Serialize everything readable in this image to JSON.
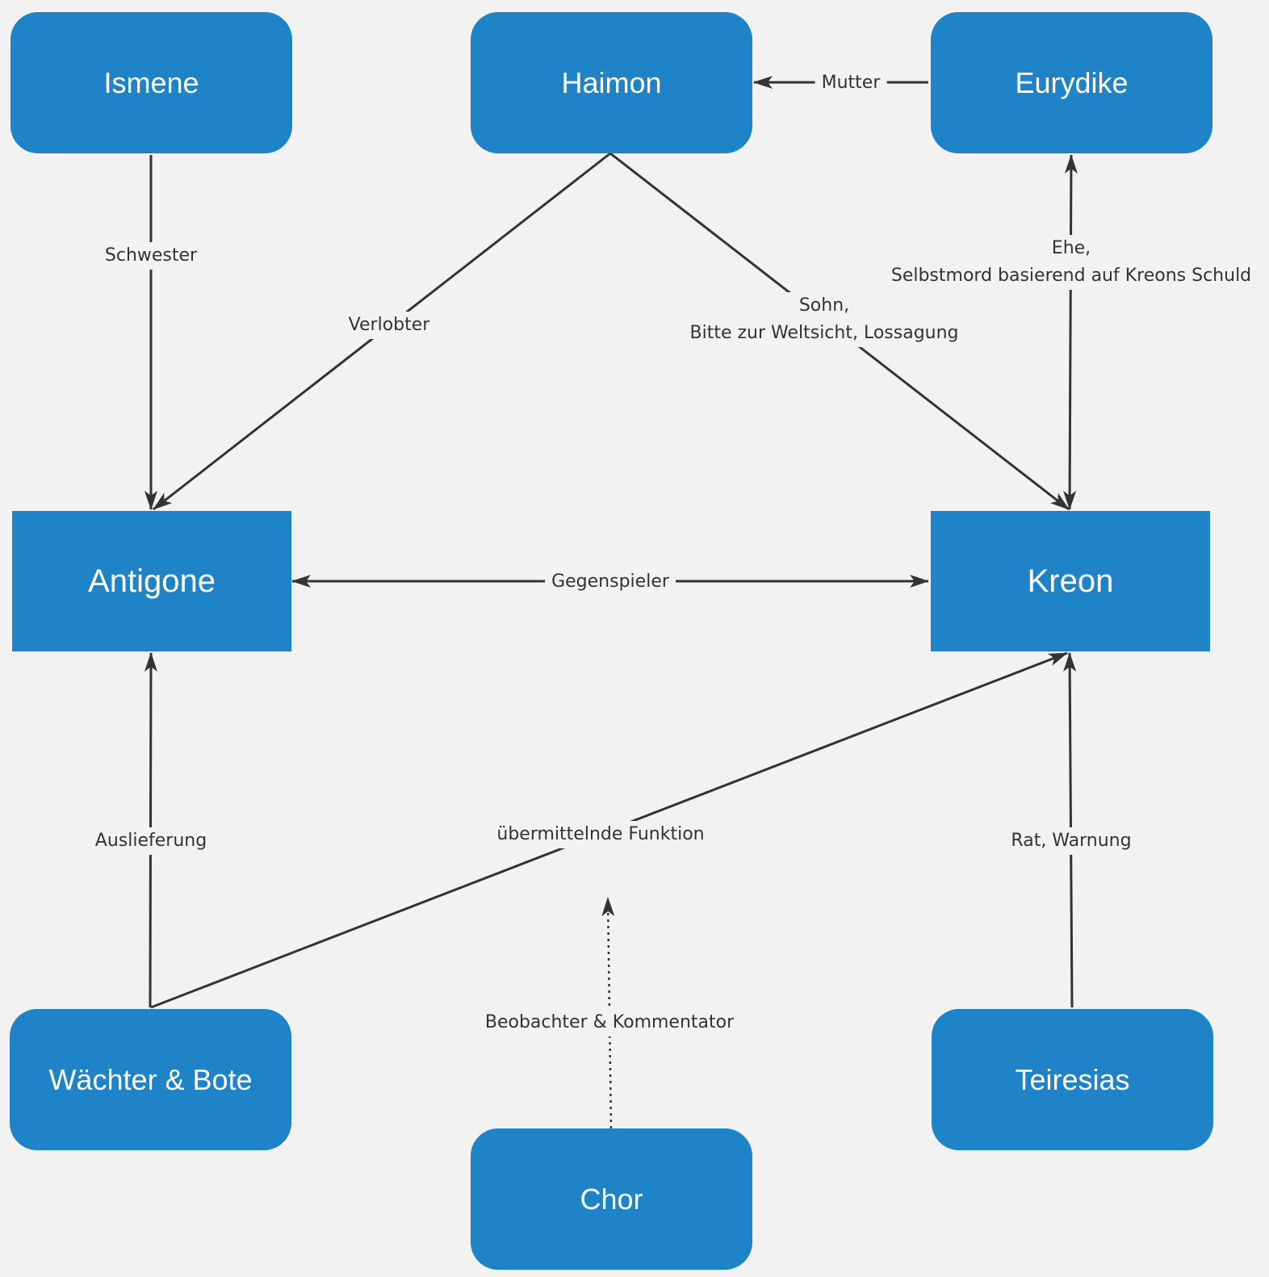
{
  "colors": {
    "node": "#1f83c8",
    "node_text": "#ffffff",
    "edge": "#333333",
    "background": "#f2f2f2"
  },
  "nodes": {
    "ismene": "Ismene",
    "haimon": "Haimon",
    "eurydike": "Eurydike",
    "antigone": "Antigone",
    "kreon": "Kreon",
    "waechter": "Wächter & Bote",
    "teiresias": "Teiresias",
    "chor": "Chor"
  },
  "edges": {
    "mutter": {
      "from": "Eurydike",
      "to": "Haimon",
      "label": "Mutter"
    },
    "schwester": {
      "from": "Ismene",
      "to": "Antigone",
      "label": "Schwester"
    },
    "verlobter": {
      "from": "Haimon",
      "to": "Antigone",
      "label": "Verlobter"
    },
    "sohn": {
      "from": "Haimon",
      "to": "Kreon",
      "label_line1": "Sohn,",
      "label_line2": "Bitte zur Weltsicht, Lossagung"
    },
    "ehe": {
      "from": "Kreon",
      "to": "Eurydike",
      "bidirectional": true,
      "label_line1": "Ehe,",
      "label_line2": "Selbstmord basierend auf Kreons Schuld"
    },
    "gegenspieler": {
      "from": "Antigone",
      "to": "Kreon",
      "bidirectional": true,
      "label": "Gegenspieler"
    },
    "auslieferung": {
      "from": "Wächter & Bote",
      "to": "Antigone",
      "label": "Auslieferung"
    },
    "uebermittelnd": {
      "from": "Wächter & Bote",
      "to": "Kreon",
      "label": "übermittelnde Funktion"
    },
    "rat": {
      "from": "Teiresias",
      "to": "Kreon",
      "label": "Rat, Warnung"
    },
    "beobachter": {
      "from": "Chor",
      "to": "center",
      "style": "dotted",
      "label": "Beobachter & Kommentator"
    }
  }
}
